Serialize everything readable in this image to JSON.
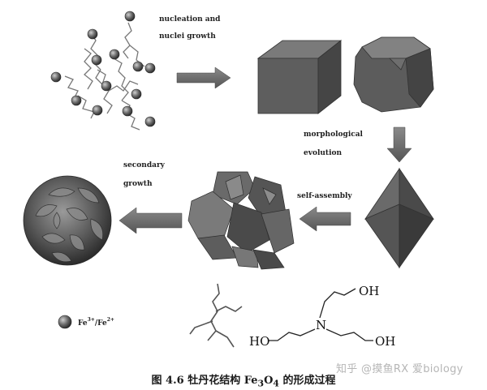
{
  "labels": {
    "nucleation": [
      "nucleation and",
      "nuclei growth"
    ],
    "morphological": [
      "morphological",
      "evolution"
    ],
    "self_assembly": "self-assembly",
    "secondary": [
      "secondary",
      "growth"
    ]
  },
  "legend": {
    "base": "Fe",
    "sup1": "3+",
    "mid": "/Fe",
    "sup2": "2+"
  },
  "chemistry": {
    "oh_top": "OH",
    "ho_left": "HO",
    "n_atom": "N",
    "oh_right": "OH"
  },
  "caption": {
    "prefix": "图 4.6 牡丹花结构 Fe",
    "sub3": "3",
    "o": "O",
    "sub4": "4",
    "suffix": " 的形成过程"
  },
  "watermark": "知乎 @摸鱼RX 爱biology",
  "colors": {
    "sphere": "#6e6e6e",
    "solid": "#595959",
    "flower": "#5a5a5a",
    "arrow": "#6b6b6b"
  }
}
